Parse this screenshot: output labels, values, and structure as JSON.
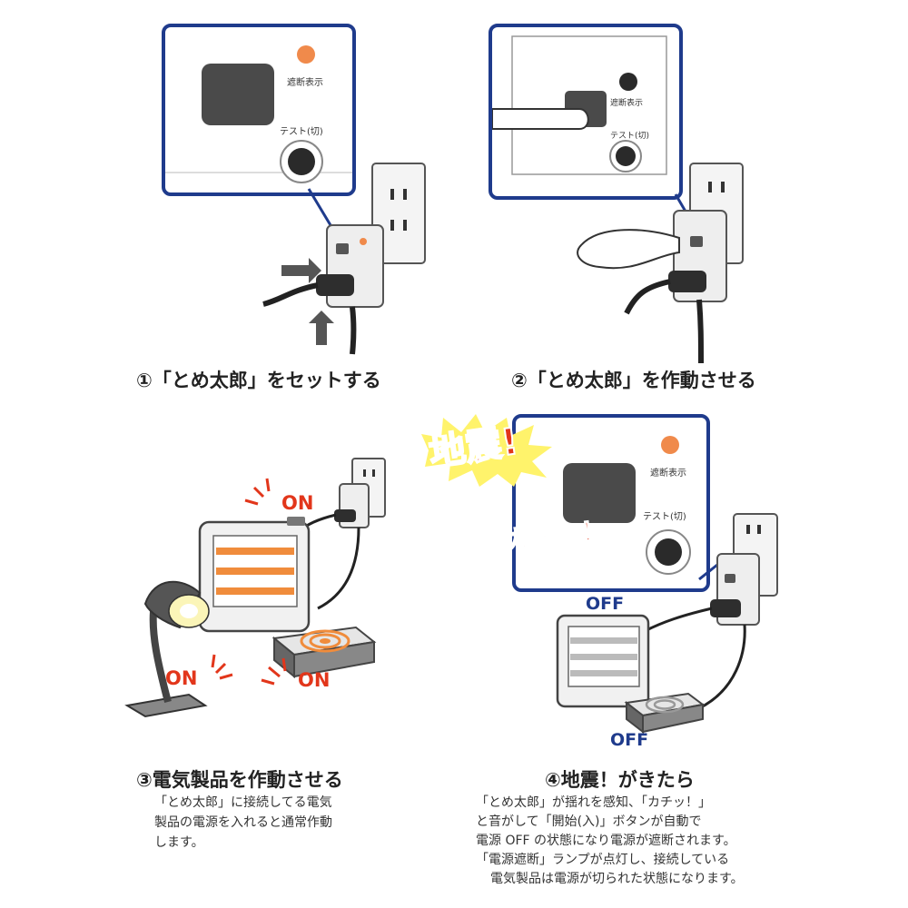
{
  "step1": {
    "caption": "①「とめ太郎」をセットする",
    "panel_label_indicator": "遮断表示",
    "panel_label_test": "テスト(切)"
  },
  "step2": {
    "caption": "②「とめ太郎」を作動させる",
    "panel_label_indicator": "遮断表示",
    "panel_label_test": "テスト(切)"
  },
  "step3": {
    "caption": "③電気製品を作動させる",
    "description": [
      "「とめ太郎」に接続してる電気",
      "製品の電源を入れると通常作動",
      "します。"
    ],
    "on_heater": "ON",
    "on_lamp": "ON",
    "on_stove": "ON"
  },
  "step4": {
    "caption": "④地震！がきたら",
    "burst_text": "地震!",
    "click_sound": "カチッ！",
    "panel_label_indicator": "遮断表示",
    "panel_label_test": "テスト(切)",
    "off_heater": "OFF",
    "off_stove": "OFF",
    "description": [
      "「とめ太郎」が揺れを感知、「カチッ！」",
      "と音がして「開始(入)」ボタンが自動で",
      "電源 OFF の状態になり電源が遮断されます。",
      "「電源遮断」ランプが点灯し、接続している",
      "電気製品は電源が切られた状態になります。"
    ]
  },
  "colors": {
    "frame_blue": "#1f3b8c",
    "on_red": "#e2361b",
    "indicator_orange": "#f08a4b",
    "heater_orange": "#f08c3c",
    "burst_yellow": "#fff36b"
  }
}
